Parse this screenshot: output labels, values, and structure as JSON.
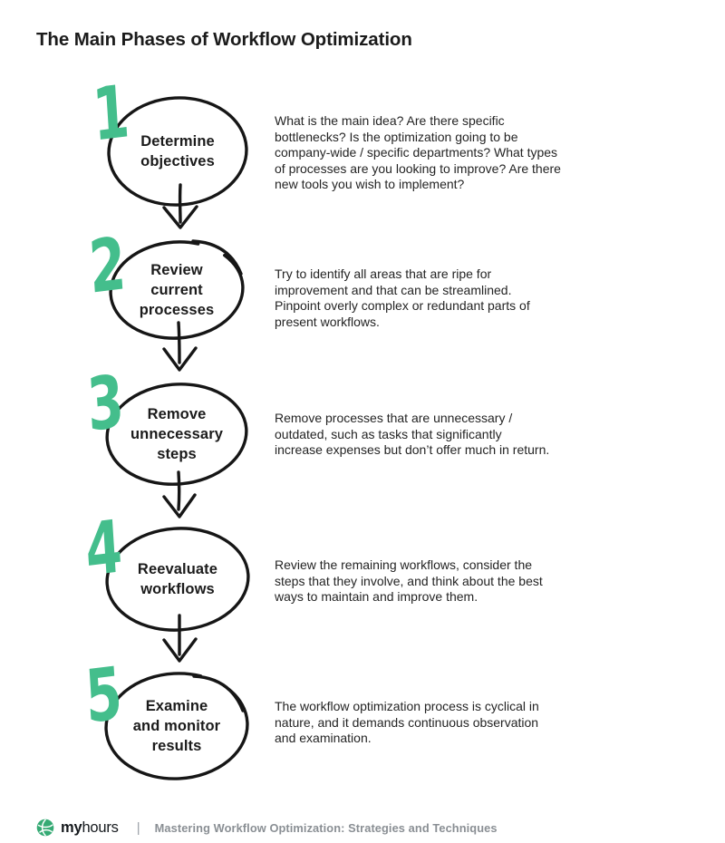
{
  "title": "The Main Phases of Workflow Optimization",
  "accent_color": "#44BE8C",
  "ink_color": "#161616",
  "steps": [
    {
      "number": "1",
      "label": "Determine\nobjectives",
      "description": "What is the main idea? Are there specific\nbottlenecks? Is the optimization going to be\ncompany-wide / specific departments? What types\nof processes are you looking to improve? Are there\nnew tools you wish to implement?"
    },
    {
      "number": "2",
      "label": "Review\ncurrent\nprocesses",
      "description": "Try to identify all areas that are ripe for\nimprovement and that can be streamlined.\nPinpoint overly complex or redundant parts of\npresent workflows."
    },
    {
      "number": "3",
      "label": "Remove\nunnecessary\nsteps",
      "description": "Remove processes that are unnecessary /\noutdated, such as tasks that significantly\nincrease expenses but don’t offer much in return."
    },
    {
      "number": "4",
      "label": "Reevaluate\nworkflows",
      "description": "Review the remaining workflows, consider the\nsteps that they involve, and think about the best\nways to maintain and improve them."
    },
    {
      "number": "5",
      "label": "Examine\nand monitor\nresults",
      "description": "The workflow optimization process is cyclical in\nnature, and it demands continuous observation\nand examination."
    }
  ],
  "footer": {
    "brand_bold": "my",
    "brand_regular": "hours",
    "divider": "|",
    "caption": "Mastering Workflow Optimization: Strategies and Techniques"
  }
}
